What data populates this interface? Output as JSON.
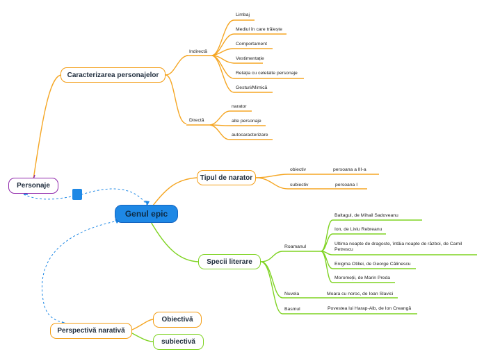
{
  "central": "Genul epic",
  "personaje": {
    "label": "Personaje",
    "caracterizare": {
      "label": "Caracterizarea personajelor",
      "indirecta": {
        "label": "Indirectă",
        "items": [
          "Limbaj",
          "Mediul în care trăiește",
          "Comportament",
          "Vestimentație",
          "Relația cu celelalte personaje",
          "Gesturi/Mimică"
        ]
      },
      "directa": {
        "label": "Directă",
        "items": [
          "narator",
          "alte personaje",
          "autocaracterizare"
        ]
      }
    }
  },
  "tipul_de_narator": {
    "label": "Tipul de narator",
    "obiectiv": {
      "label": "obiectiv",
      "value": "persoana a III-a"
    },
    "subiectiv": {
      "label": "subiectiv",
      "value": "persoana I"
    }
  },
  "specii_literare": {
    "label": "Specii literare",
    "roamanul": {
      "label": "Roamanul",
      "items": [
        "Baltagul, de Mihail Sadoveanu",
        "Ion, de Liviu Rebreanu",
        "Ultima noapte de dragoste, întâia noapte de război, de Camil Petrescu",
        "Enigma Otiliei, de George Călinescu",
        "Moromeții, de Marin Preda"
      ]
    },
    "nuvela": {
      "label": "Nuvela",
      "item": "Moara cu noroc, de Ioan Slavici"
    },
    "basmul": {
      "label": "Basmul",
      "item": "Povestea lui Harap-Alb, de Ion Creangă"
    }
  },
  "perspectiva_narativa": {
    "label": "Perspectivă narativă",
    "items": [
      "Obiectivă",
      "subiectivă"
    ]
  },
  "colors": {
    "orange": "#f39c12",
    "green": "#7ed321",
    "blue": "#1e88e5",
    "purple": "#8e24aa"
  }
}
